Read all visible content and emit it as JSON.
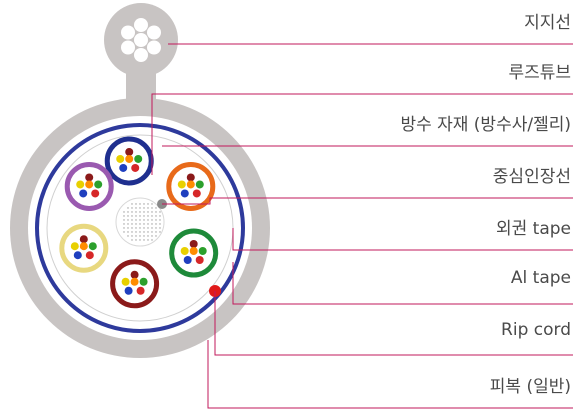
{
  "diagram": {
    "labels": [
      {
        "key": "messenger",
        "text": "지지선"
      },
      {
        "key": "loose_tube",
        "text": "루즈튜브"
      },
      {
        "key": "water_block",
        "text": "방수 자재 (방수사/젤리)"
      },
      {
        "key": "central_member",
        "text": "중심인장선"
      },
      {
        "key": "outer_tape",
        "text": "외권 tape"
      },
      {
        "key": "al_tape",
        "text": "Al tape"
      },
      {
        "key": "rip_cord",
        "text": "Rip cord"
      },
      {
        "key": "sheath",
        "text": "피복 (일반)"
      }
    ],
    "tube_colors": [
      "#1f2f8f",
      "#e86a1a",
      "#1e8a3a",
      "#8b1a1a",
      "#e8d880",
      "#9a5ab0"
    ],
    "fiber_colors": [
      "#8b1a1a",
      "#e8d000",
      "#ff8c00",
      "#2ca02c",
      "#1f3fbf",
      "#d62728"
    ],
    "colors": {
      "sheath": "#c8c4c3",
      "al_tape": "#2e3a9c",
      "leader": "#c2185b",
      "rip_cord": "#e01a1a",
      "text": "#4a4a4a"
    }
  }
}
